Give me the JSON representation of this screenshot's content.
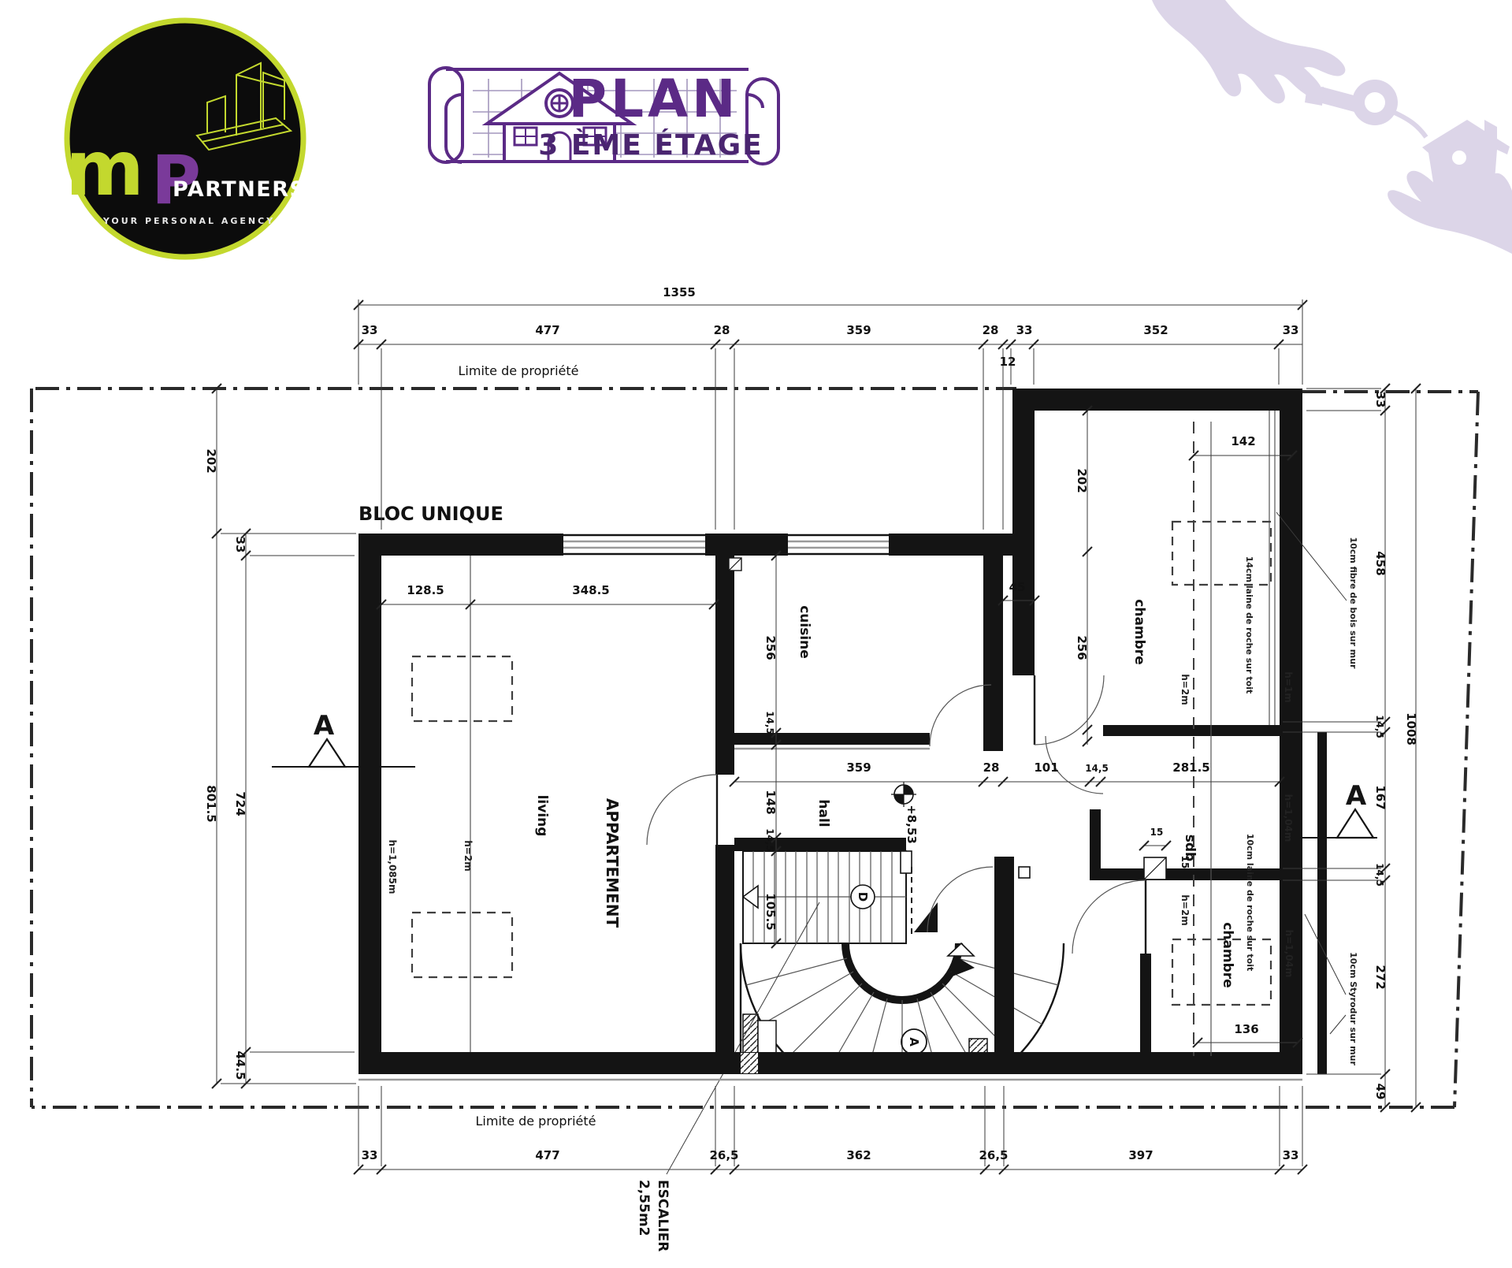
{
  "logo": {
    "m": "m",
    "p": "P",
    "name": "PARTNERS",
    "tagline": "YOUR PERSONAL AGENCY"
  },
  "title": {
    "main": "PLAN",
    "sub": "3 ÈME ÉTAGE"
  },
  "colors": {
    "purple": "#5b2a86",
    "purple_dark": "#4a2570",
    "lime": "#c3d82e",
    "lavender": "#dcd5e8"
  },
  "boundary": {
    "label_top": "Limite de propriété",
    "label_bottom": "Limite de propriété"
  },
  "block_label": "BLOC UNIQUE",
  "rooms": {
    "appartement": "APPARTEMENT",
    "living": "living",
    "cuisine": "cuisine",
    "hall": "hall",
    "chambre_top": "chambre",
    "chambre_bottom": "chambre",
    "sdb": "sdb"
  },
  "stairs": {
    "escalier": "ESCALIER",
    "area": "2,55m2",
    "circle_letter": "A",
    "d_label": "D"
  },
  "level_marker": "+8,53",
  "section": {
    "left": "A",
    "right": "A"
  },
  "heights": {
    "living_left": "h=1,085m",
    "living_mid": "h=2m",
    "tr_mid": "h=2m",
    "tr_right": "h=1m",
    "sdb_right": "h=1,04m",
    "br_mid": "h=2m",
    "br_right": "h=1,04m"
  },
  "insulation": {
    "roof_tr": "14cm laine de roche sur toit",
    "wall_right_top": "10cm fibre de bois sur mur",
    "roof_br": "10cm laine de roche sur toit",
    "wall_right_bottom": "10cm Styrodur sur mur"
  },
  "dims": {
    "top_total": "1355",
    "top": [
      "33",
      "477",
      "28",
      "359",
      "28",
      "33",
      "352",
      "33"
    ],
    "top_small": "12",
    "bottom": [
      "33",
      "477",
      "26,5",
      "362",
      "26,5",
      "397",
      "33"
    ],
    "left_outer": [
      "202",
      "801.5"
    ],
    "left_inner": [
      "33",
      "724",
      "44.5"
    ],
    "right_total": "1008",
    "right": [
      "33",
      "458",
      "14,5",
      "167",
      "14,5",
      "272",
      "49"
    ],
    "living_top": [
      "128.5",
      "348.5"
    ],
    "hall_line": [
      "359",
      "28",
      "101",
      "14,5",
      "281.5"
    ],
    "hall_col": [
      "148",
      "14,5",
      "105.5"
    ],
    "cuisine_col": [
      "256",
      "14,5"
    ],
    "tr_col": [
      "202",
      "256"
    ],
    "niche": "45",
    "tr_width": "142",
    "br_width": "136",
    "sdb_stub": [
      "15",
      "15"
    ]
  }
}
